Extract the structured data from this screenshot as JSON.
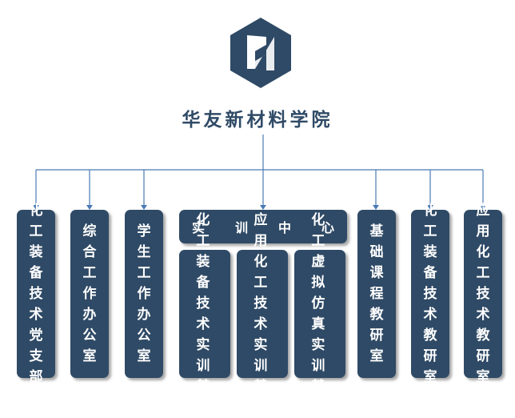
{
  "org": {
    "title": "华友新材料学院",
    "departments": [
      {
        "label": "化工装备技术党支部"
      },
      {
        "label": "综合工作办公室"
      },
      {
        "label": "学生工作办公室"
      },
      {
        "label": "实训中心",
        "children": [
          {
            "label": "化工装备技术实训基地"
          },
          {
            "label": "应用化工技术实训基地"
          },
          {
            "label": "化工虚拟仿真实训基地"
          }
        ]
      },
      {
        "label": "基础课程教研室"
      },
      {
        "label": "化工装备技术教研室"
      },
      {
        "label": "应用化工技术教研室"
      }
    ]
  },
  "colors": {
    "box": "#2f4a66",
    "line": "#4a7ab5",
    "title": "#2f4a66"
  },
  "logo": {
    "icon": "hexagon-hy-logo"
  }
}
